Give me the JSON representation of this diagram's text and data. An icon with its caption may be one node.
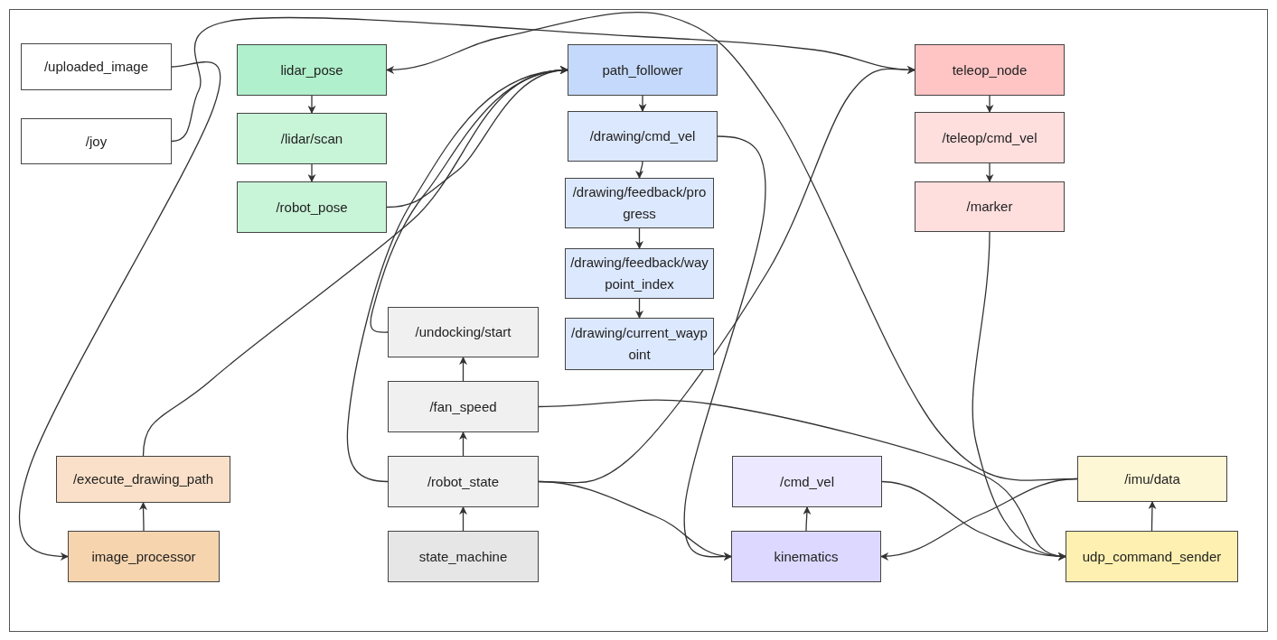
{
  "diagram": {
    "nodes": [
      {
        "text": [
          "/uploaded_image"
        ]
      },
      {
        "text": [
          "/joy"
        ]
      },
      {
        "text": [
          "lidar_pose"
        ]
      },
      {
        "text": [
          "/lidar/scan"
        ]
      },
      {
        "text": [
          "/robot_pose"
        ]
      },
      {
        "text": [
          "path_follower"
        ]
      },
      {
        "text": [
          "/drawing/cmd_vel"
        ]
      },
      {
        "text": [
          "/drawing/feedback/progress"
        ]
      },
      {
        "text": [
          "/drawing/feedback/waypoint_index"
        ]
      },
      {
        "text": [
          "/drawing/current_waypoint"
        ]
      },
      {
        "text": [
          "teleop_node"
        ]
      },
      {
        "text": [
          "/teleop/cmd_vel"
        ]
      },
      {
        "text": [
          "/marker"
        ]
      },
      {
        "text": [
          "/undocking/start"
        ]
      },
      {
        "text": [
          "/fan_speed"
        ]
      },
      {
        "text": [
          "/robot_state"
        ]
      },
      {
        "text": [
          "state_machine"
        ]
      },
      {
        "text": [
          "/execute_drawing_path"
        ]
      },
      {
        "text": [
          "image_processor"
        ]
      },
      {
        "text": [
          "/cmd_vel"
        ]
      },
      {
        "text": [
          "kinematics"
        ]
      },
      {
        "text": [
          "/imu/data"
        ]
      },
      {
        "text": [
          "udp_command_sender"
        ]
      }
    ],
    "edges": [
      {
        "from": 0,
        "to": 18,
        "arrow": "to"
      },
      {
        "from": 1,
        "to": 10,
        "arrow": "to"
      },
      {
        "from": 2,
        "to": 3,
        "arrow": "to"
      },
      {
        "from": 3,
        "to": 4,
        "arrow": "to"
      },
      {
        "from": 4,
        "to": 5,
        "arrow": "to"
      },
      {
        "from": 17,
        "to": 5,
        "arrow": "to"
      },
      {
        "from": 13,
        "to": 5,
        "arrow": "to"
      },
      {
        "from": 15,
        "to": 5,
        "arrow": "to"
      },
      {
        "from": 5,
        "to": 6,
        "arrow": "to"
      },
      {
        "from": 6,
        "to": 7,
        "arrow": "to"
      },
      {
        "from": 7,
        "to": 8,
        "arrow": "to"
      },
      {
        "from": 8,
        "to": 9,
        "arrow": "to"
      },
      {
        "from": 6,
        "to": 20,
        "arrow": "to"
      },
      {
        "from": 15,
        "to": 10,
        "arrow": "to"
      },
      {
        "from": 15,
        "to": 20,
        "arrow": "to"
      },
      {
        "from": 14,
        "to": 22,
        "arrow": "to"
      },
      {
        "from": 12,
        "to": 22,
        "arrow": "to"
      },
      {
        "from": 19,
        "to": 22,
        "arrow": "to"
      },
      {
        "from": 21,
        "to": 20,
        "arrow": "to"
      },
      {
        "from": 21,
        "to": 2,
        "arrow": "to"
      },
      {
        "from": 10,
        "to": 11,
        "arrow": "to"
      },
      {
        "from": 11,
        "to": 12,
        "arrow": "to"
      },
      {
        "from": 16,
        "to": 15,
        "arrow": "to"
      },
      {
        "from": 15,
        "to": 14,
        "arrow": "to"
      },
      {
        "from": 14,
        "to": 13,
        "arrow": "to"
      },
      {
        "from": 18,
        "to": 17,
        "arrow": "to"
      },
      {
        "from": 20,
        "to": 19,
        "arrow": "to"
      },
      {
        "from": 22,
        "to": 21,
        "arrow": "to"
      }
    ]
  }
}
